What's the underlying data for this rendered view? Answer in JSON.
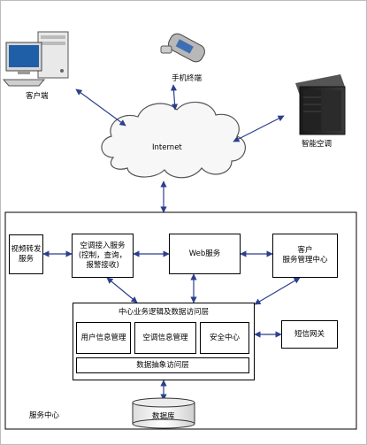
{
  "top": {
    "client_label": "客户端",
    "mobile_label": "手机终端",
    "cloud_label": "Internet",
    "ac_label": "智能空调"
  },
  "service_center": {
    "label": "服务中心",
    "video_box": {
      "line1": "视频转发",
      "line2": "服务"
    },
    "ac_access_box": {
      "line1": "空调接入服务",
      "line2": "(控制，查询，",
      "line3": "报警接收)"
    },
    "web_box": {
      "label": "Web服务"
    },
    "customer_box": {
      "line1": "客户",
      "line2": "服务管理中心"
    },
    "core": {
      "title": "中心业务逻辑及数据访问层",
      "user_mgmt": "用户信息管理",
      "ac_mgmt": "空调信息管理",
      "security": "安全中心",
      "data_access": "数据抽象访问层"
    },
    "sms_box": {
      "label": "短信网关"
    },
    "db_label": "数据库"
  },
  "colors": {
    "arrow": "#2b3f8c",
    "line": "#000000",
    "cloud_fill": "#f7f7f7"
  }
}
